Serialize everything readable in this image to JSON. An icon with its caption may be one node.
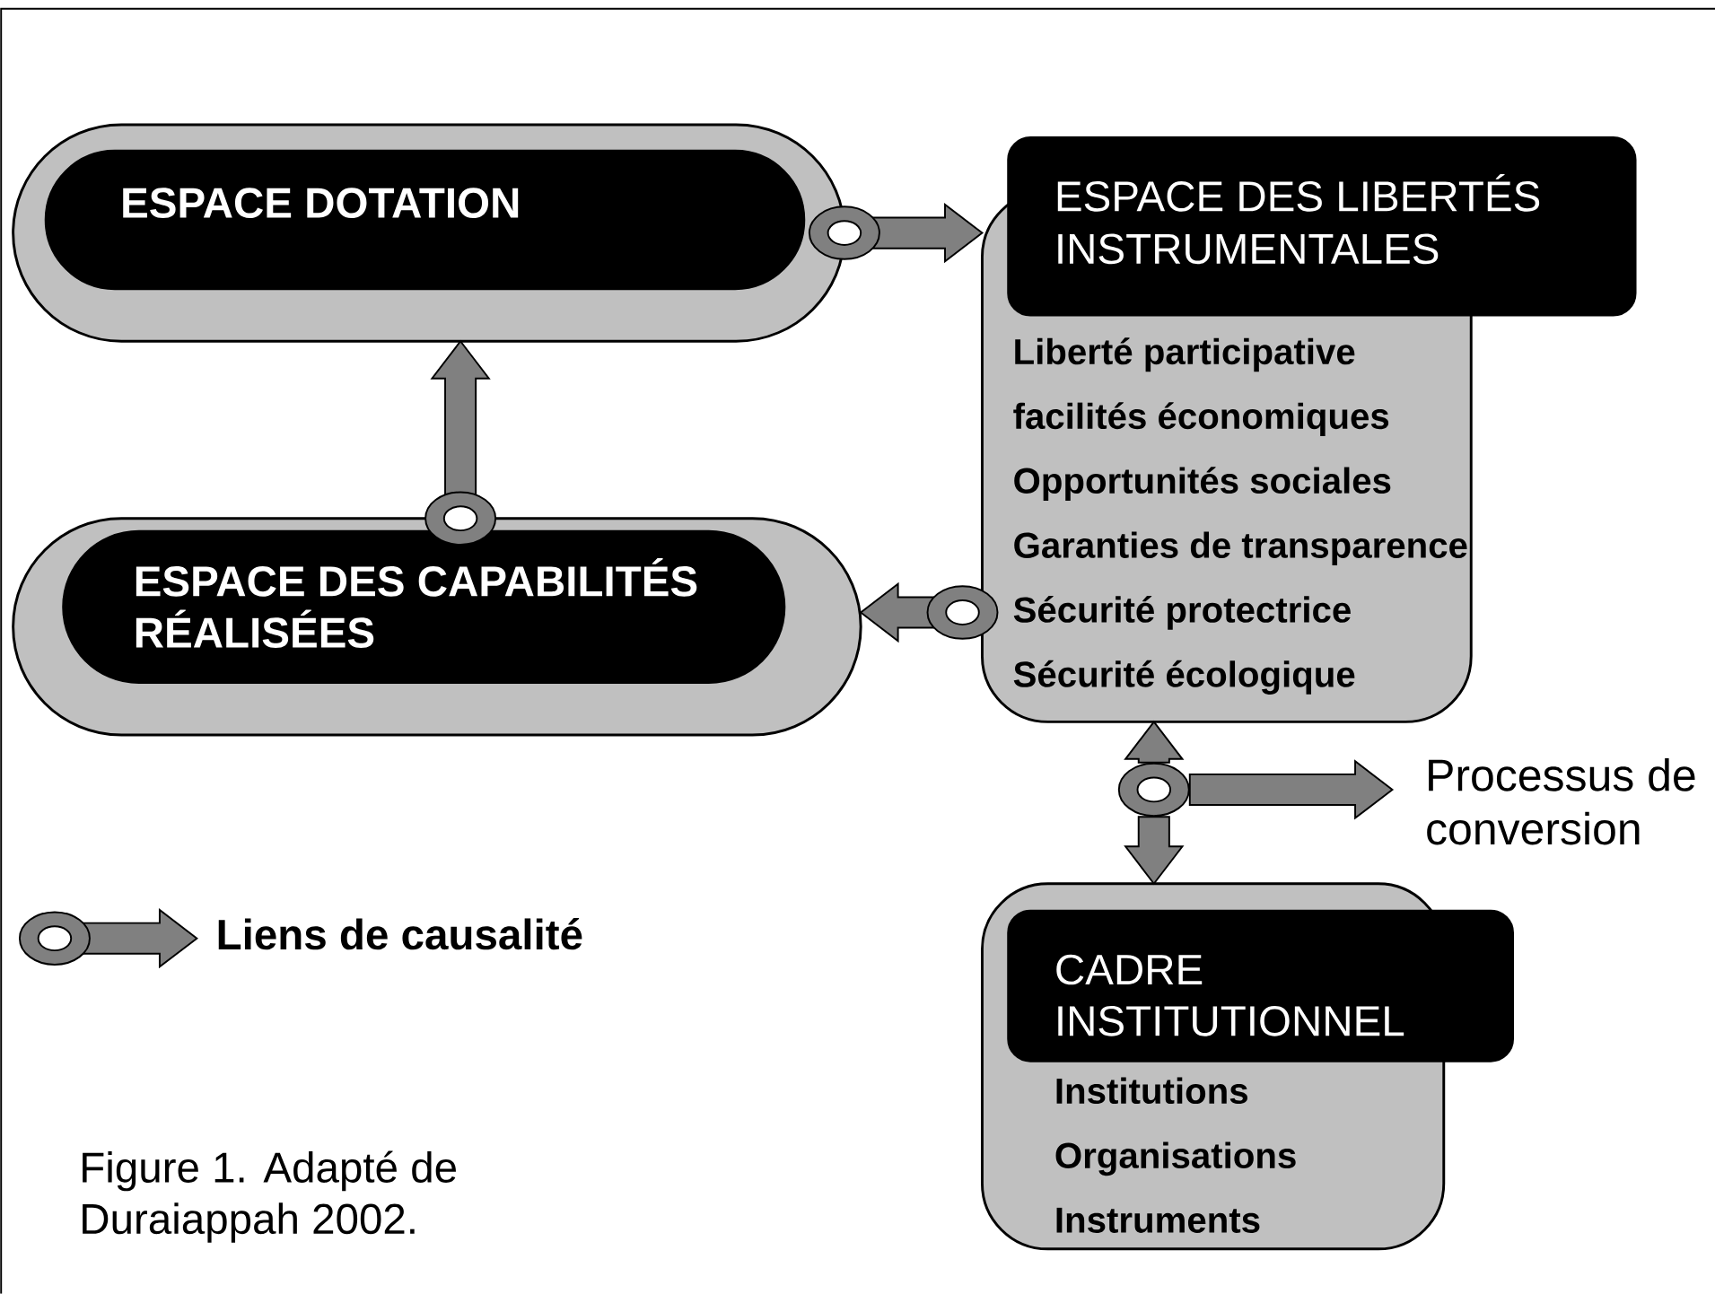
{
  "diagram": {
    "caption": "Figure 1. Adapté de Duraiappah 2002.",
    "nodes": [
      {
        "text": [
          "ESPACE DOTATION"
        ]
      },
      {
        "text": [
          "ESPACE DES CAPABILITÉS RÉALISÉES"
        ]
      },
      {
        "text": [
          "ESPACE DES LIBERTÉS INSTRUMENTALES",
          "Liberté participative",
          "facilités économiques",
          "Opportunités sociales",
          "Garanties de transparence",
          "Sécurité protectrice",
          "Sécurité écologique"
        ]
      },
      {
        "text": [
          "CADRE INSTITUTIONNEL",
          "Institutions",
          "Organisations",
          "Instruments"
        ]
      },
      {
        "text": [
          "Processus de conversion"
        ]
      },
      {
        "text": [],
        "shape": "circle"
      }
    ],
    "edges": [
      {
        "from": 0,
        "to": 2,
        "arrow": "to"
      },
      {
        "from": 1,
        "to": 0,
        "arrow": "to"
      },
      {
        "from": 2,
        "to": 1,
        "arrow": "to"
      },
      {
        "from": 5,
        "to": 2,
        "arrow": "to"
      },
      {
        "from": 5,
        "to": 3,
        "arrow": "to"
      },
      {
        "from": 5,
        "to": 4,
        "arrow": "to"
      }
    ],
    "legend": [
      {
        "text": "Liens de causalité"
      }
    ]
  }
}
